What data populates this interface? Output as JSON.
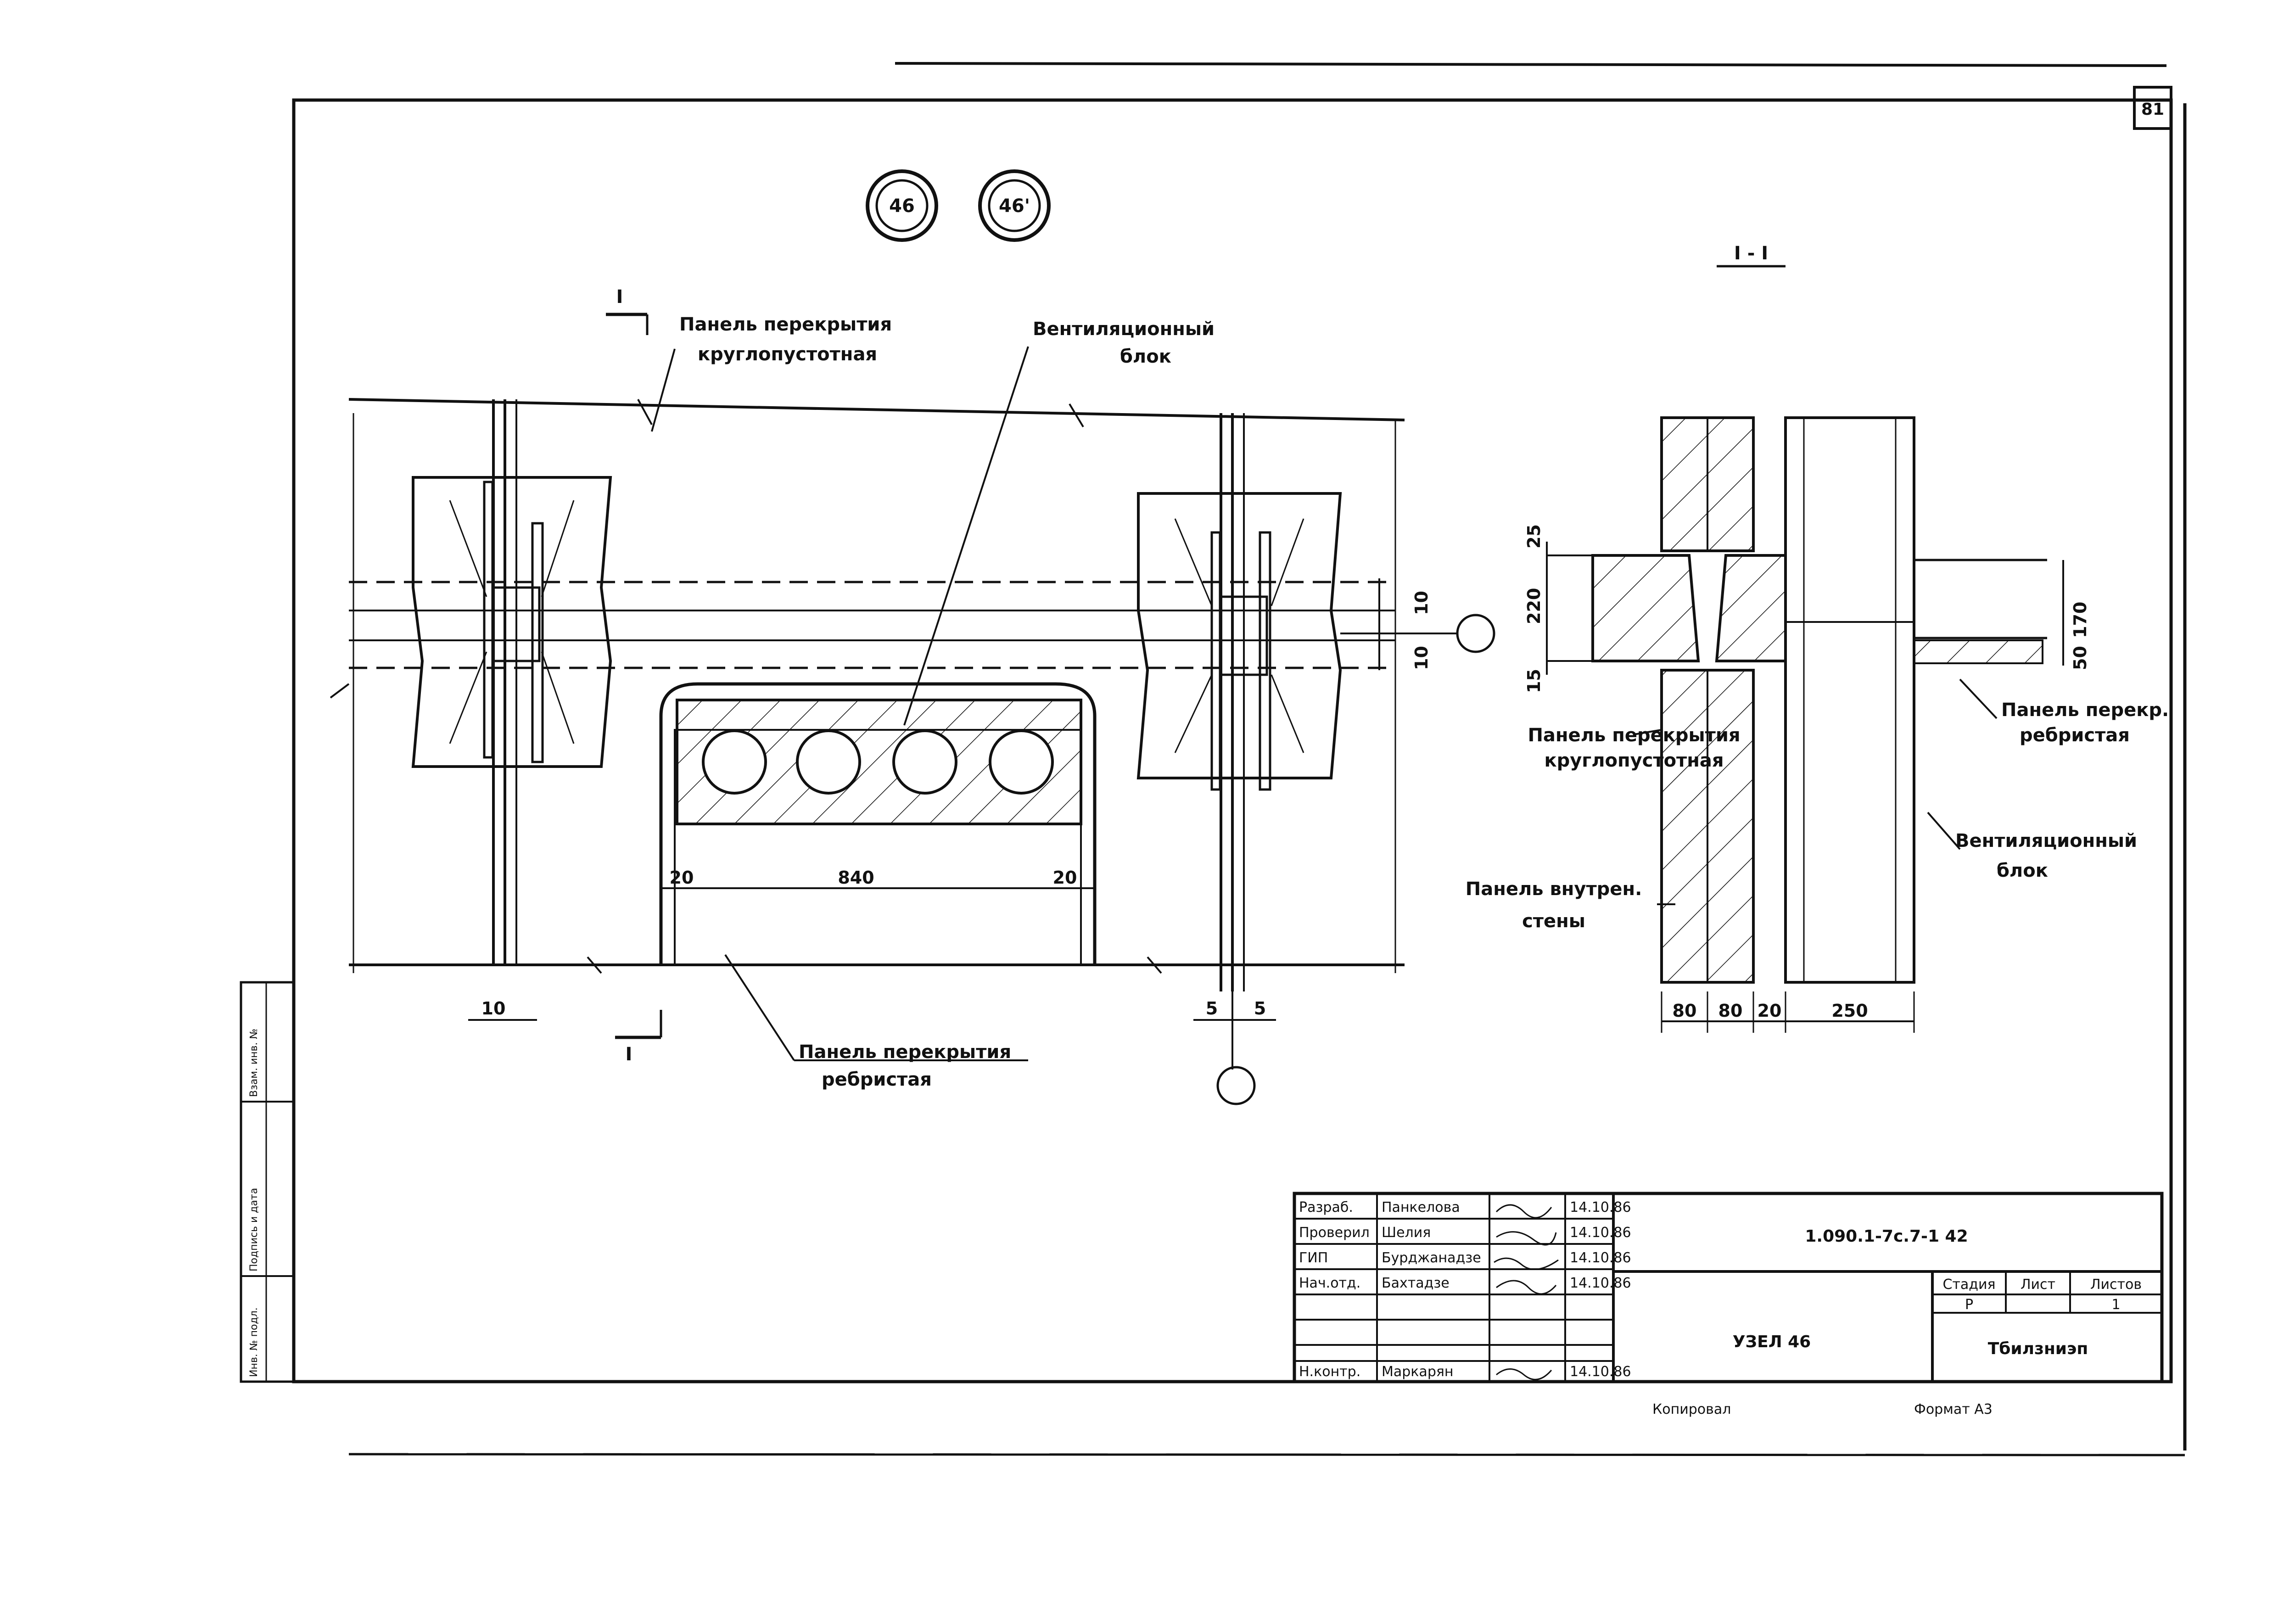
{
  "sheet_number": "81",
  "node_markers": [
    "46",
    "46'"
  ],
  "section_mark": "I",
  "section_title": "I - I",
  "labels": {
    "hollow_panel": [
      "Панель перекрытия",
      "круглопустотная"
    ],
    "vent_block": [
      "Вентиляционный",
      "блок"
    ],
    "ribbed_panel": [
      "Панель перекрытия",
      "ребристая"
    ],
    "right_hollow_panel": [
      "Панель перекрытия",
      "круглопустотная"
    ],
    "right_ribbed_panel": [
      "Панель перекр.",
      "ребристая"
    ],
    "right_vent_block": [
      "Вентиляционный",
      "блок"
    ],
    "inner_wall": [
      "Панель внутрен.",
      "стены"
    ]
  },
  "dimensions": {
    "plan": [
      "20",
      "840",
      "20",
      "10",
      "10",
      "10",
      "5",
      "5"
    ],
    "section_v_left": [
      "25",
      "220",
      "15"
    ],
    "section_v_right": [
      "170",
      "50"
    ],
    "section_bottom": [
      "80",
      "80",
      "20",
      "250"
    ]
  },
  "title_block": {
    "code": "1.090.1-7с.7-1 42",
    "title": "УЗЕЛ 46",
    "stage_header": "Стадия",
    "sheet_header": "Лист",
    "sheets_header": "Листов",
    "stage": "Р",
    "sheet": "1",
    "organization": "Тбилзниэп",
    "copied": "Копировал",
    "format": "Формат А3",
    "rows": [
      {
        "role": "Разраб.",
        "name": "Панкелова",
        "date": "14.10.86"
      },
      {
        "role": "Проверил",
        "name": "Шелия",
        "date": "14.10.86"
      },
      {
        "role": "ГИП",
        "name": "Бурджанадзе",
        "date": "14.10.86"
      },
      {
        "role": "Нач.отд.",
        "name": "Бахтадзе",
        "date": "14.10.86"
      },
      {
        "role": "",
        "name": "",
        "date": ""
      },
      {
        "role": "",
        "name": "",
        "date": ""
      },
      {
        "role": "Н.контр.",
        "name": "Маркарян",
        "date": "14.10.86"
      }
    ]
  },
  "side_stamp": [
    "Инв. № подл.",
    "Подпись и дата",
    "Взам. инв. №"
  ],
  "colors": {
    "ink": "#111111",
    "paper": "#ffffff"
  }
}
